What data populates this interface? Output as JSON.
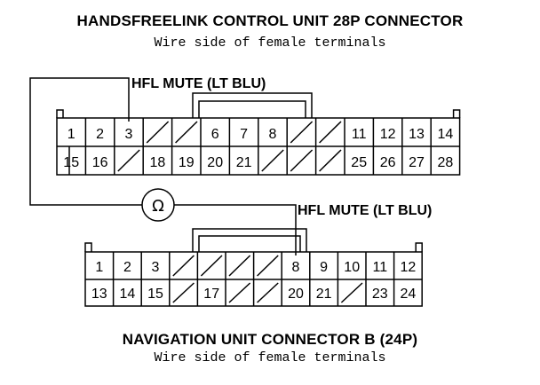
{
  "top_connector": {
    "title": "HANDSFREELINK CONTROL UNIT 28P CONNECTOR",
    "subtitle": "Wire side of female terminals",
    "wire_label": "HFL MUTE (LT BLU)",
    "row1": [
      "1",
      "2",
      "3",
      "",
      "",
      "6",
      "7",
      "8",
      "",
      "",
      "11",
      "12",
      "13",
      "14"
    ],
    "row2": [
      "15",
      "16",
      "",
      "18",
      "19",
      "20",
      "21",
      "",
      "",
      "",
      "25",
      "26",
      "27",
      "28"
    ]
  },
  "bottom_connector": {
    "title": "NAVIGATION UNIT CONNECTOR B (24P)",
    "subtitle": "Wire side of female terminals",
    "wire_label": "HFL MUTE (LT BLU)",
    "row1": [
      "1",
      "2",
      "3",
      "",
      "",
      "",
      "",
      "8",
      "9",
      "10",
      "11",
      "12"
    ],
    "row2": [
      "13",
      "14",
      "15",
      "",
      "17",
      "",
      "",
      "20",
      "21",
      "",
      "23",
      "24"
    ]
  },
  "meter_symbol": "Ω"
}
